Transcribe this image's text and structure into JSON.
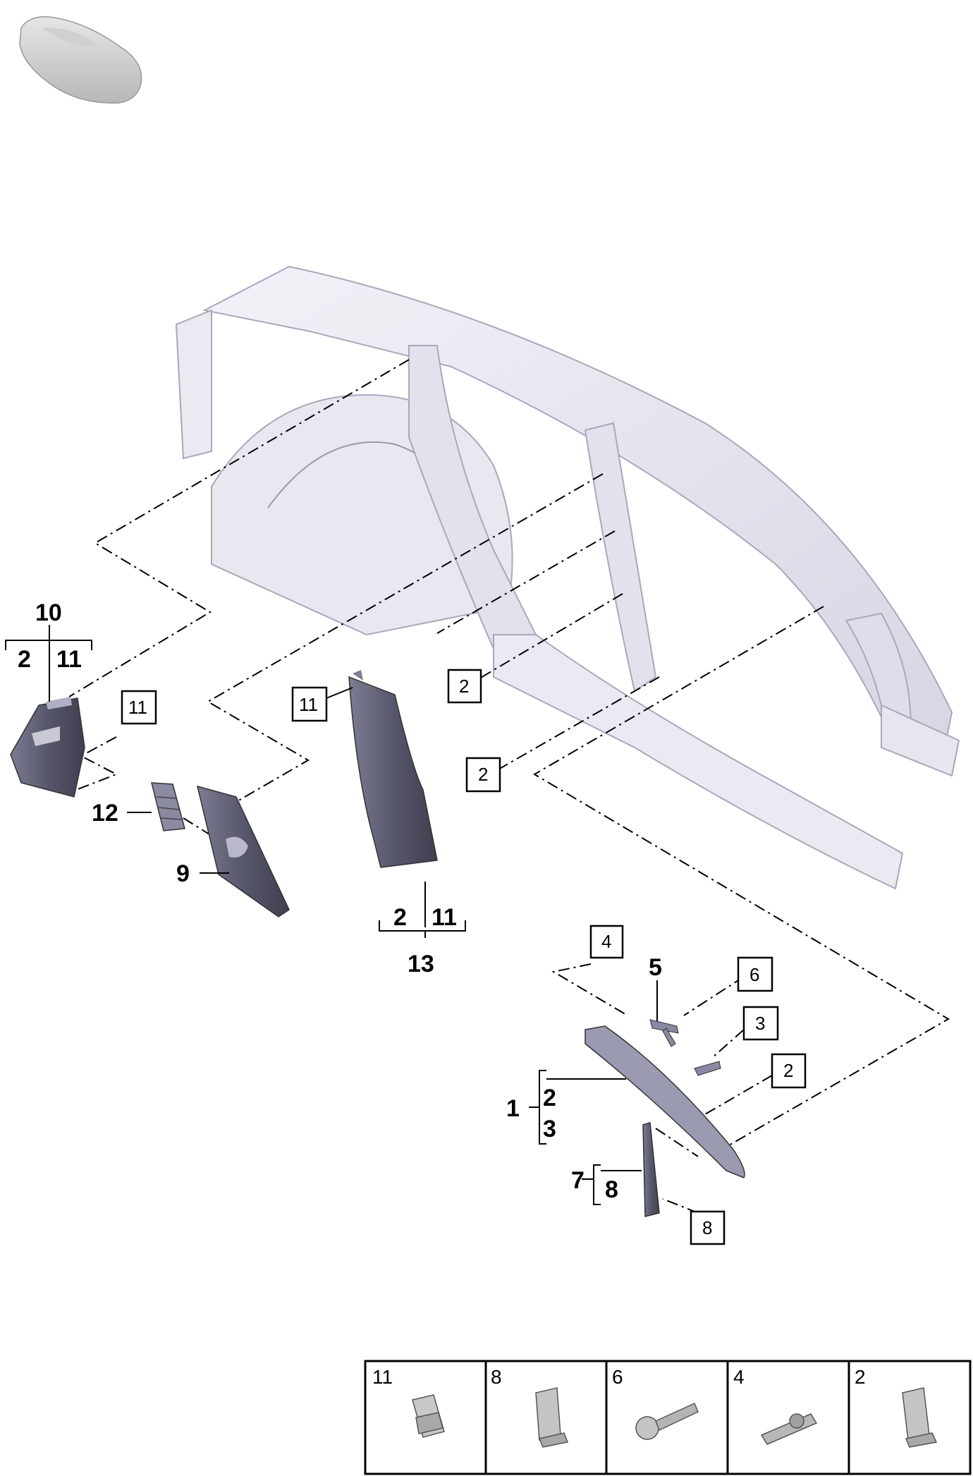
{
  "callouts": {
    "c10": "10",
    "c10_a": "2",
    "c10_b": "11",
    "c11_box1": "11",
    "c12": "12",
    "c9": "9",
    "c11_box2": "11",
    "c2_box1": "2",
    "c2_box2": "2",
    "c13_a": "2",
    "c13_b": "11",
    "c13": "13",
    "c4_box": "4",
    "c5": "5",
    "c6_box": "6",
    "c3_box": "3",
    "c2_box3": "2",
    "c1": "1",
    "c1_a": "2",
    "c1_b": "3",
    "c7": "7",
    "c7_a": "8",
    "c8_box": "8"
  },
  "legend": {
    "items": [
      {
        "num": "11",
        "icon": "clip-icon"
      },
      {
        "num": "8",
        "icon": "spring-clip-icon"
      },
      {
        "num": "6",
        "icon": "screw-icon"
      },
      {
        "num": "4",
        "icon": "stud-icon"
      },
      {
        "num": "2",
        "icon": "retainer-clip-icon"
      }
    ]
  },
  "colors": {
    "body_frame": "#e4e4ee",
    "trim_panel": "#5a5a6e",
    "trim_light": "#9a9ab0"
  }
}
